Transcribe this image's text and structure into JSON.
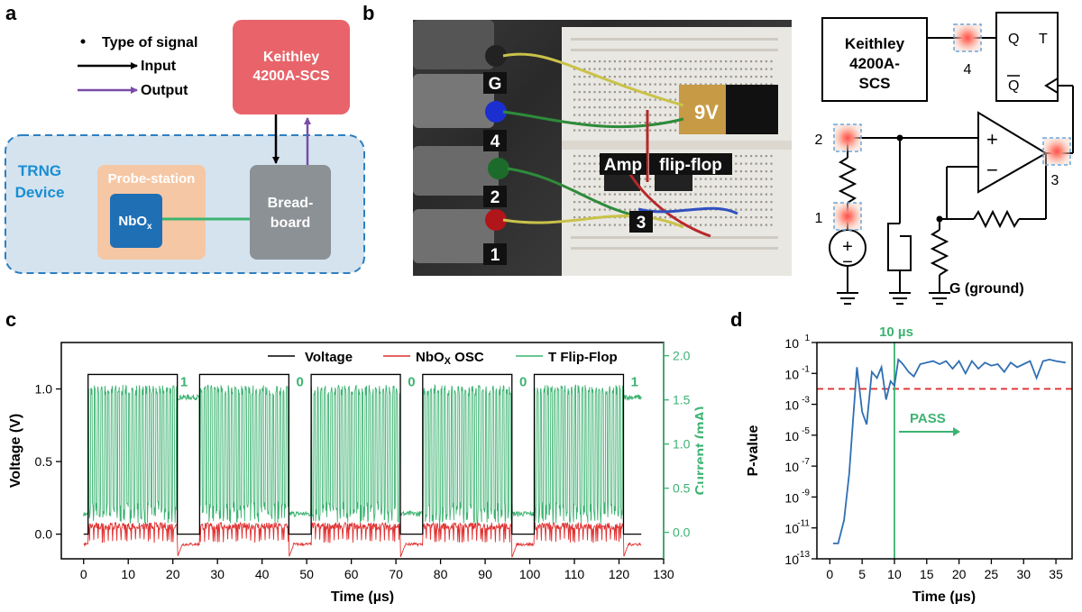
{
  "panels": {
    "a": "a",
    "b": "b",
    "c": "c",
    "d": "d"
  },
  "block_diagram": {
    "legend_title": "Type of signal",
    "legend_input": "Input",
    "legend_output": "Output",
    "keithley_line1": "Keithley",
    "keithley_line2": "4200A-SCS",
    "device_line1": "TRNG",
    "device_line2": "Device",
    "probe_station": "Probe-station",
    "nbox": "NbO",
    "nbox_sub": "x",
    "breadboard_line1": "Bread-",
    "breadboard_line2": "board",
    "colors": {
      "keithley": "#e8646a",
      "device_bg": "#d5e3ef",
      "device_border": "#2d7fc1",
      "probe": "#f6c7a4",
      "nbox": "#1f6fb5",
      "breadboard": "#8c9196",
      "output_arrow": "#7a4ca8",
      "wire": "#3cb371",
      "device_text": "#1a8ed1"
    }
  },
  "photo": {
    "labels": [
      "G",
      "4",
      "2",
      "1",
      "Amp",
      "flip-flop",
      "9V",
      "3"
    ]
  },
  "circuit": {
    "keithley_line1": "Keithley",
    "keithley_line2": "4200A-",
    "keithley_line3": "SCS",
    "q": "Q",
    "t": "T",
    "qbar": "Q",
    "plus": "+",
    "minus": "−",
    "node_labels": [
      "4",
      "2",
      "1",
      "3"
    ],
    "ground_label": "G (ground)"
  },
  "chart_data": [
    {
      "type": "line",
      "xlabel": "Time (µs)",
      "ylabel": "Voltage (V)",
      "y2label": "Current (mA)",
      "xlim": [
        -5,
        130
      ],
      "ylim": [
        -0.17,
        1.32
      ],
      "y2lim": [
        -0.3,
        2.15
      ],
      "xticks": [
        0,
        10,
        20,
        30,
        40,
        50,
        60,
        70,
        80,
        90,
        100,
        110,
        120,
        130
      ],
      "yticks": [
        0.0,
        0.5,
        1.0
      ],
      "y2ticks": [
        0.0,
        0.5,
        1.0,
        1.5,
        2.0
      ],
      "legend": [
        "Voltage",
        "NbO",
        "T Flip-Flop"
      ],
      "legend_sub": "X",
      "legend_suffix": " OSC",
      "pulses": [
        [
          1,
          21
        ],
        [
          26,
          46
        ],
        [
          51,
          71
        ],
        [
          76,
          96
        ],
        [
          101,
          121
        ]
      ],
      "high_v": 1.1,
      "low_v": 0.0,
      "bits": [
        {
          "x": 22.5,
          "label": "1"
        },
        {
          "x": 48.5,
          "label": "0"
        },
        {
          "x": 73.5,
          "label": "0"
        },
        {
          "x": 98.5,
          "label": "0"
        },
        {
          "x": 123.5,
          "label": "1"
        }
      ],
      "colors": {
        "voltage": "#000000",
        "osc": "#e03030",
        "flipflop": "#3cb371",
        "axis2": "#3cb371"
      }
    },
    {
      "type": "line",
      "xlabel": "Time (µs)",
      "ylabel": "P-value",
      "xlim": [
        -2,
        37.5
      ],
      "ylim_exp": [
        -13,
        1
      ],
      "xticks": [
        0,
        5,
        10,
        15,
        20,
        25,
        30,
        35
      ],
      "yticks_exp": [
        1,
        -1,
        -3,
        -5,
        -7,
        -9,
        -11,
        -13
      ],
      "ytick_base": "10",
      "threshold": 0.01,
      "vline_x": 10,
      "vline_label": "10 µs",
      "pass_label": "PASS",
      "x": [
        0.5,
        1.3,
        2.2,
        3.0,
        3.6,
        4.2,
        5.0,
        5.7,
        6.5,
        7.3,
        8.0,
        8.7,
        9.4,
        10.0,
        10.6,
        11.3,
        12.2,
        13.0,
        14.0,
        15.0,
        16.0,
        17.0,
        18.0,
        19.0,
        20.0,
        21.0,
        22.0,
        23.0,
        24.0,
        25.0,
        26.0,
        27.0,
        28.0,
        29.0,
        30.0,
        31.0,
        32.0,
        33.0,
        34.0,
        35.0,
        36.5
      ],
      "y_log10": [
        -12.0,
        -12.0,
        -10.5,
        -7.5,
        -4.0,
        -0.6,
        -3.5,
        -4.3,
        -0.9,
        -1.3,
        -0.6,
        -2.7,
        -1.5,
        -1.8,
        -0.1,
        -0.4,
        -0.9,
        -1.2,
        -0.4,
        -0.3,
        -0.2,
        -0.4,
        -0.2,
        -0.7,
        -0.2,
        -1.0,
        -0.2,
        -0.7,
        -0.3,
        -0.5,
        -0.4,
        -0.9,
        -0.3,
        -0.6,
        -0.4,
        -0.2,
        -1.3,
        -0.2,
        -0.1,
        -0.2,
        -0.3
      ],
      "colors": {
        "line": "#2f6fb3",
        "threshold": "#e03030",
        "vline": "#3cb371"
      }
    }
  ]
}
